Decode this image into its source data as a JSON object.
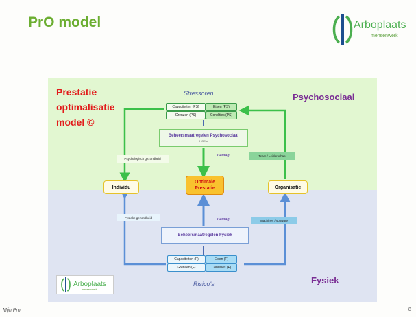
{
  "slide": {
    "title": "PrO model",
    "footer_left": "Mijn Pro",
    "page_number": "8"
  },
  "logo": {
    "name": "Arboplaats",
    "tagline": "mensenwerk"
  },
  "diagram": {
    "title_lines": [
      "Prestatie",
      "optimalisatie",
      "model ©"
    ],
    "top_label": "Psychosociaal",
    "bottom_label": "Fysiek",
    "stressoren": "Stressoren",
    "risicos": "Risico's",
    "ps_cells": [
      "Capaciteiten (PS)",
      "Eisen (PS)",
      "Grenzen (PS)",
      "Condities (PS)"
    ],
    "f_cells": [
      "Capaciteiten (F)",
      "Eisen (F)",
      "Grenzen (F)",
      "Condities (F)"
    ],
    "bm_psy": {
      "title": "Beheersmaatregelen Psychosociaal",
      "sub": "'HOE's'"
    },
    "bm_fys": "Beheersmaatregelen Fysiek",
    "gedrag": "Gedrag",
    "individu": "Individu",
    "organisatie": "Organisatie",
    "optimale_prestatie": [
      "Optimale",
      "Prestatie"
    ],
    "psych_gezondheid": "Psychologisch gezondheid",
    "team": "Team / Leiderschap",
    "fysieke_gezondheid": "Fysieke gezondheid",
    "machines": "Machines / software",
    "colors": {
      "green": "#6cae32",
      "red": "#e21b1b",
      "purple": "#7a2e94",
      "arrow_green": "#3cc04a",
      "arrow_blue": "#5b8fd6"
    }
  }
}
